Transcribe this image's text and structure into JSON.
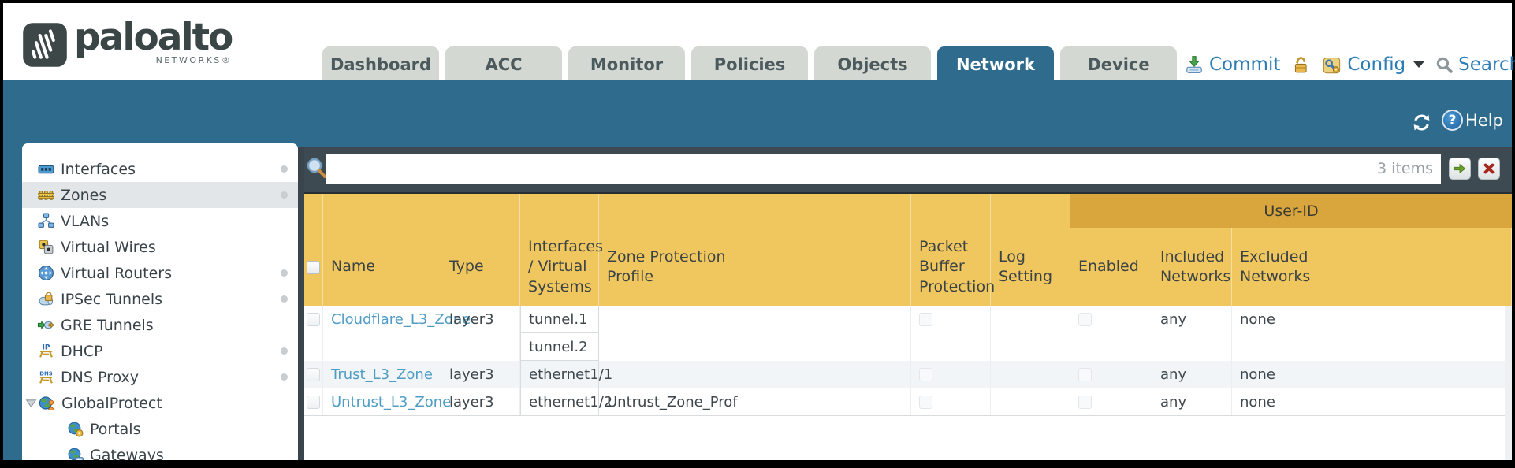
{
  "brand": {
    "name": "paloalto",
    "subtitle": "NETWORKS®"
  },
  "nav": {
    "tabs": [
      {
        "label": "Dashboard",
        "active": false
      },
      {
        "label": "ACC",
        "active": false
      },
      {
        "label": "Monitor",
        "active": false
      },
      {
        "label": "Policies",
        "active": false
      },
      {
        "label": "Objects",
        "active": false
      },
      {
        "label": "Network",
        "active": true
      },
      {
        "label": "Device",
        "active": false
      }
    ]
  },
  "utility": {
    "commit": "Commit",
    "config": "Config",
    "search": "Search"
  },
  "band": {
    "help": "Help"
  },
  "filter": {
    "query": "",
    "count": "3 items"
  },
  "sidebar": {
    "items": [
      {
        "label": "Interfaces",
        "icon": "interfaces-icon",
        "dot": true,
        "selected": false
      },
      {
        "label": "Zones",
        "icon": "zones-icon",
        "dot": true,
        "selected": true
      },
      {
        "label": "VLANs",
        "icon": "vlans-icon",
        "dot": false,
        "selected": false
      },
      {
        "label": "Virtual Wires",
        "icon": "virtual-wires-icon",
        "dot": false,
        "selected": false
      },
      {
        "label": "Virtual Routers",
        "icon": "virtual-routers-icon",
        "dot": true,
        "selected": false
      },
      {
        "label": "IPSec Tunnels",
        "icon": "ipsec-tunnels-icon",
        "dot": true,
        "selected": false
      },
      {
        "label": "GRE Tunnels",
        "icon": "gre-tunnels-icon",
        "dot": false,
        "selected": false
      },
      {
        "label": "DHCP",
        "icon": "dhcp-icon",
        "dot": true,
        "selected": false
      },
      {
        "label": "DNS Proxy",
        "icon": "dns-proxy-icon",
        "dot": true,
        "selected": false
      },
      {
        "label": "GlobalProtect",
        "icon": "globalprotect-icon",
        "dot": false,
        "selected": false,
        "expanded": true
      },
      {
        "label": "Portals",
        "icon": "portals-icon",
        "dot": false,
        "selected": false,
        "indent": 1
      },
      {
        "label": "Gateways",
        "icon": "gateways-icon",
        "dot": false,
        "selected": false,
        "indent": 1
      }
    ]
  },
  "table": {
    "group_header": "User-ID",
    "columns": [
      "Name",
      "Type",
      "Interfaces / Virtual Systems",
      "Zone Protection Profile",
      "Packet Buffer Protection",
      "Log Setting",
      "Enabled",
      "Included Networks",
      "Excluded Networks"
    ],
    "rows": [
      {
        "name": "Cloudflare_L3_Zone",
        "type": "layer3",
        "interfaces": [
          "tunnel.1",
          "tunnel.2"
        ],
        "zone_protection_profile": "",
        "log_setting": "",
        "included_networks": "any",
        "excluded_networks": "none"
      },
      {
        "name": "Trust_L3_Zone",
        "type": "layer3",
        "interfaces": [
          "ethernet1/1"
        ],
        "zone_protection_profile": "",
        "log_setting": "",
        "included_networks": "any",
        "excluded_networks": "none"
      },
      {
        "name": "Untrust_L3_Zone",
        "type": "layer3",
        "interfaces": [
          "ethernet1/2"
        ],
        "zone_protection_profile": "Untrust_Zone_Prof",
        "log_setting": "",
        "included_networks": "any",
        "excluded_networks": "none"
      }
    ]
  },
  "colors": {
    "accent_teal": "#2e6b8c",
    "header_orange": "#f0c75e",
    "user_id_band": "#d8a63c",
    "link_blue": "#4f9dc5",
    "filter_bar_slate": "#3d4a52",
    "tab_inactive": "#d3d8d3"
  }
}
